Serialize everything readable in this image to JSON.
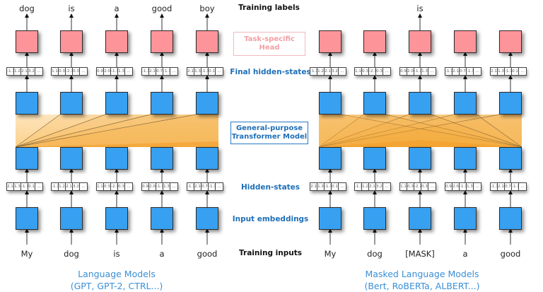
{
  "row_labels": {
    "training_labels": "Training labels",
    "task_head": "Task-specific Head",
    "task_head_line1": "Task-specific",
    "task_head_line2": "Head",
    "final_hidden_states": "Final hidden-states",
    "transformer_line1": "General-purpose",
    "transformer_line2": "Transformer Model",
    "hidden_states": "Hidden-states",
    "input_embeddings": "Input embeddings",
    "training_inputs": "Training inputs"
  },
  "colors": {
    "head_box": "#fd9499",
    "embedding_box": "#37a0f0",
    "attention_band": "#fcd08a",
    "attention_fan": "#f5a533",
    "label_blue": "#1f6fb8",
    "caption_blue": "#3a8fd6"
  },
  "left_panel": {
    "title": "Language Models",
    "subtitle": "(GPT, GPT-2, CTRL...)",
    "training_labels": [
      "dog",
      "is",
      "a",
      "good",
      "boy"
    ],
    "training_inputs": [
      "My",
      "dog",
      "is",
      "a",
      "good"
    ],
    "final_hidden_states": [
      [
        "-1.1",
        "1.2",
        "2.1",
        "3.2",
        "..."
      ],
      [
        "1.1",
        "0.3",
        "-2.1",
        "0.3",
        "..."
      ],
      [
        "0.9",
        "2.0",
        "-1.1",
        "1.3",
        "..."
      ],
      [
        "-1.1",
        "2.1",
        "0.7",
        "-1.1",
        "..."
      ],
      [
        "2.1",
        "1.3",
        "-1.1",
        "0.1",
        "..."
      ]
    ],
    "hidden_states": [
      [
        "2.1",
        "1.3",
        "-1.1",
        "0.1",
        "..."
      ],
      [
        "-1.1",
        "1.2",
        "2.1",
        "3.2",
        "..."
      ],
      [
        "1.1",
        "0.3",
        "-2.1",
        "0.3",
        "..."
      ],
      [
        "0.9",
        "2.0",
        "-1.1",
        "1.3",
        "..."
      ],
      [
        "-1.1",
        "2.1",
        "0.7",
        "-1.1",
        "..."
      ]
    ],
    "attention": "causal"
  },
  "right_panel": {
    "title": "Masked Language Models",
    "subtitle": "(Bert, RoBERTa, ALBERT...)",
    "training_labels": [
      "",
      "",
      "is",
      "",
      ""
    ],
    "training_inputs": [
      "My",
      "dog",
      "[MASK]",
      "a",
      "good"
    ],
    "final_hidden_states": [
      [
        "-1.1",
        "1.2",
        "2.1",
        "3.2",
        "..."
      ],
      [
        "1.1",
        "0.3",
        "-2.1",
        "0.3",
        "..."
      ],
      [
        "0.9",
        "2.0",
        "-1.1",
        "1.3",
        "..."
      ],
      [
        "-1.1",
        "2.1",
        "0.7",
        "-1.1",
        "..."
      ],
      [
        "2.1",
        "1.3",
        "-1.1",
        "0.1",
        "..."
      ]
    ],
    "hidden_states": [
      [
        "2.1",
        "1.3",
        "-1.1",
        "0.1",
        "..."
      ],
      [
        "-1.1",
        "1.2",
        "2.1",
        "3.2",
        "..."
      ],
      [
        "1.1",
        "0.3",
        "-2.1",
        "0.3",
        "..."
      ],
      [
        "0.9",
        "2.0",
        "-1.1",
        "1.3",
        "..."
      ],
      [
        "-1.1",
        "2.1",
        "0.7",
        "-1.1",
        "..."
      ]
    ],
    "attention": "bidirectional"
  }
}
